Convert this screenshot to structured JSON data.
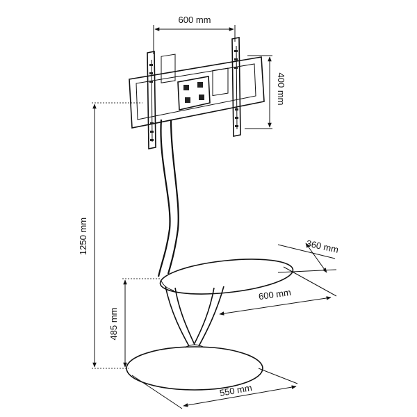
{
  "dimensions": {
    "bracket_width": "600 mm",
    "bracket_height": "400 mm",
    "total_height": "1250 mm",
    "shelf_height": "485 mm",
    "shelf_depth": "360 mm",
    "shelf_width": "600 mm",
    "base_width": "550 mm"
  }
}
